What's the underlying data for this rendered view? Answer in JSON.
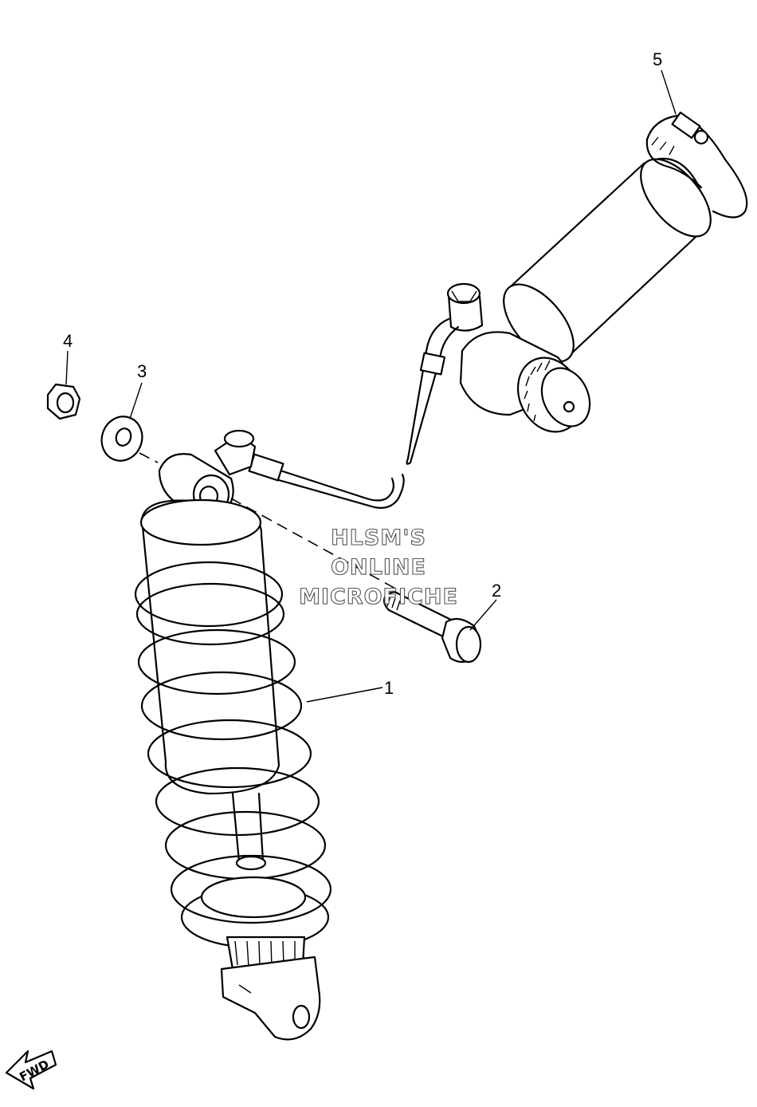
{
  "parts": [
    {
      "number": "1",
      "name": "rear-shock-absorber"
    },
    {
      "number": "2",
      "name": "bolt"
    },
    {
      "number": "3",
      "name": "washer"
    },
    {
      "number": "4",
      "name": "nut"
    },
    {
      "number": "5",
      "name": "hose-clamp"
    }
  ],
  "watermark": {
    "line1": "HLSM'S",
    "line2": "ONLINE",
    "line3": "MICROFICHE"
  },
  "direction_marker": "FWD"
}
